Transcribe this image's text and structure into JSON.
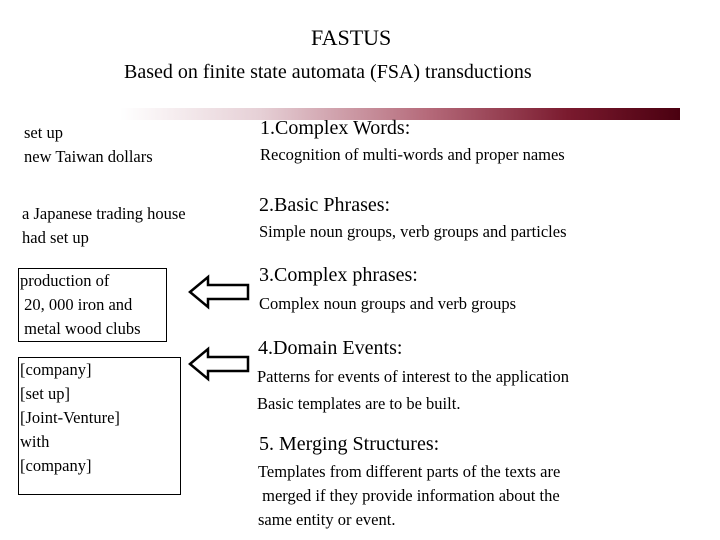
{
  "header": {
    "title": "FASTUS",
    "subtitle": "Based on finite state automata (FSA) transductions"
  },
  "examples": [
    {
      "lines": [
        "set up",
        "new Taiwan dollars"
      ]
    },
    {
      "lines": [
        "a Japanese trading house",
        "had set up"
      ]
    },
    {
      "lines": [
        "production of",
        " 20, 000 iron and",
        " metal wood clubs"
      ]
    },
    {
      "lines": [
        "[company]",
        "[set up]",
        "[Joint-Venture]",
        "with",
        "[company]"
      ]
    }
  ],
  "stages": [
    {
      "heading": "1.Complex Words:",
      "lines": [
        "Recognition of multi-words and proper names"
      ]
    },
    {
      "heading": "2.Basic Phrases:",
      "lines": [
        "Simple noun groups, verb groups and particles"
      ]
    },
    {
      "heading": "3.Complex phrases:",
      "lines": [
        "Complex noun groups and verb groups"
      ]
    },
    {
      "heading": "4.Domain Events:",
      "lines": [
        "Patterns for events of interest to the application",
        "Basic templates are to be built."
      ]
    },
    {
      "heading": "5. Merging Structures:",
      "lines": [
        "Templates from different parts of the texts are",
        " merged if they provide information about the",
        "same entity or event."
      ]
    }
  ],
  "icons": [
    "left-arrow-icon",
    "left-arrow-icon"
  ],
  "colors": {
    "bar_dark": "#4a0010",
    "bar_light": "#ffffff"
  }
}
